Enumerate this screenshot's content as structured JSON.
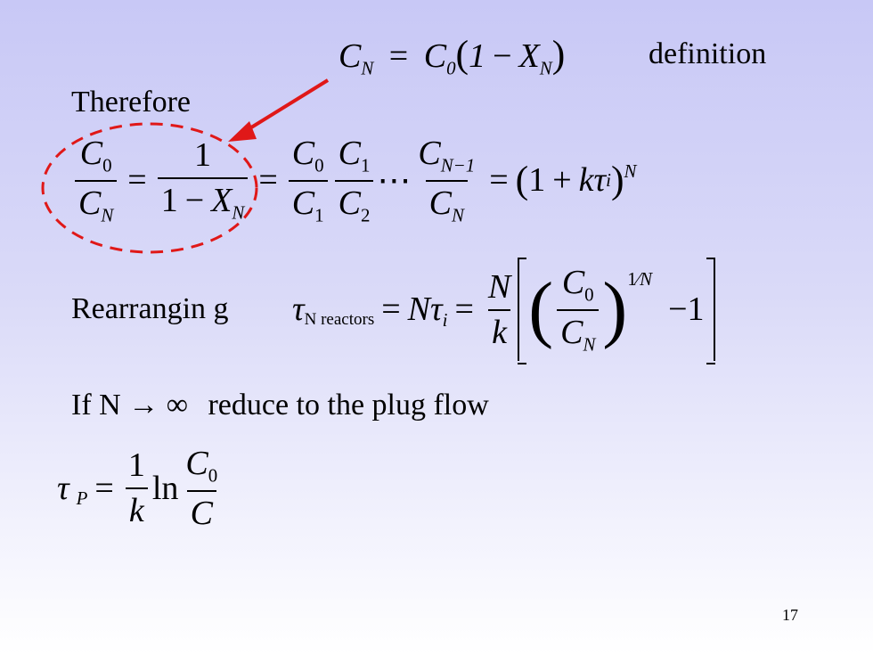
{
  "eq_definition": {
    "lhs": "C",
    "lhs_sub": "N",
    "rhs": "C",
    "rhs_sub": "0",
    "paren_one": "1",
    "paren_var": "X",
    "paren_sub": "N",
    "label": "definition"
  },
  "therefore_label": "Therefore",
  "eq_series": {
    "c": "C",
    "one": "1",
    "x": "X",
    "sub0": "0",
    "subN": "N",
    "sub1": "1",
    "sub2": "2",
    "subNm1": "N−1",
    "dots": "⋯",
    "k": "k",
    "tau": "τ",
    "sub_i": "i",
    "exp": "N"
  },
  "rearranging_label": "Rearrangin g",
  "eq_rearranged": {
    "tau": "τ",
    "tau_sub": "N reactors",
    "N": "N",
    "sub_i": "i",
    "k": "k",
    "exp_num": "1",
    "exp_den": "N",
    "minus_one": "−1"
  },
  "limit_text": {
    "if": "If N",
    "arrow": "→",
    "infinity": "∞",
    "rest": "reduce to the plug flow"
  },
  "eq_plug": {
    "tau": "τ",
    "sub": "P",
    "one": "1",
    "k": "k",
    "ln": "ln",
    "num": "C",
    "num_sub": "0",
    "den": "C"
  },
  "page_number": "17",
  "colors": {
    "arrow": "#e01818",
    "circle": "#e01818"
  }
}
